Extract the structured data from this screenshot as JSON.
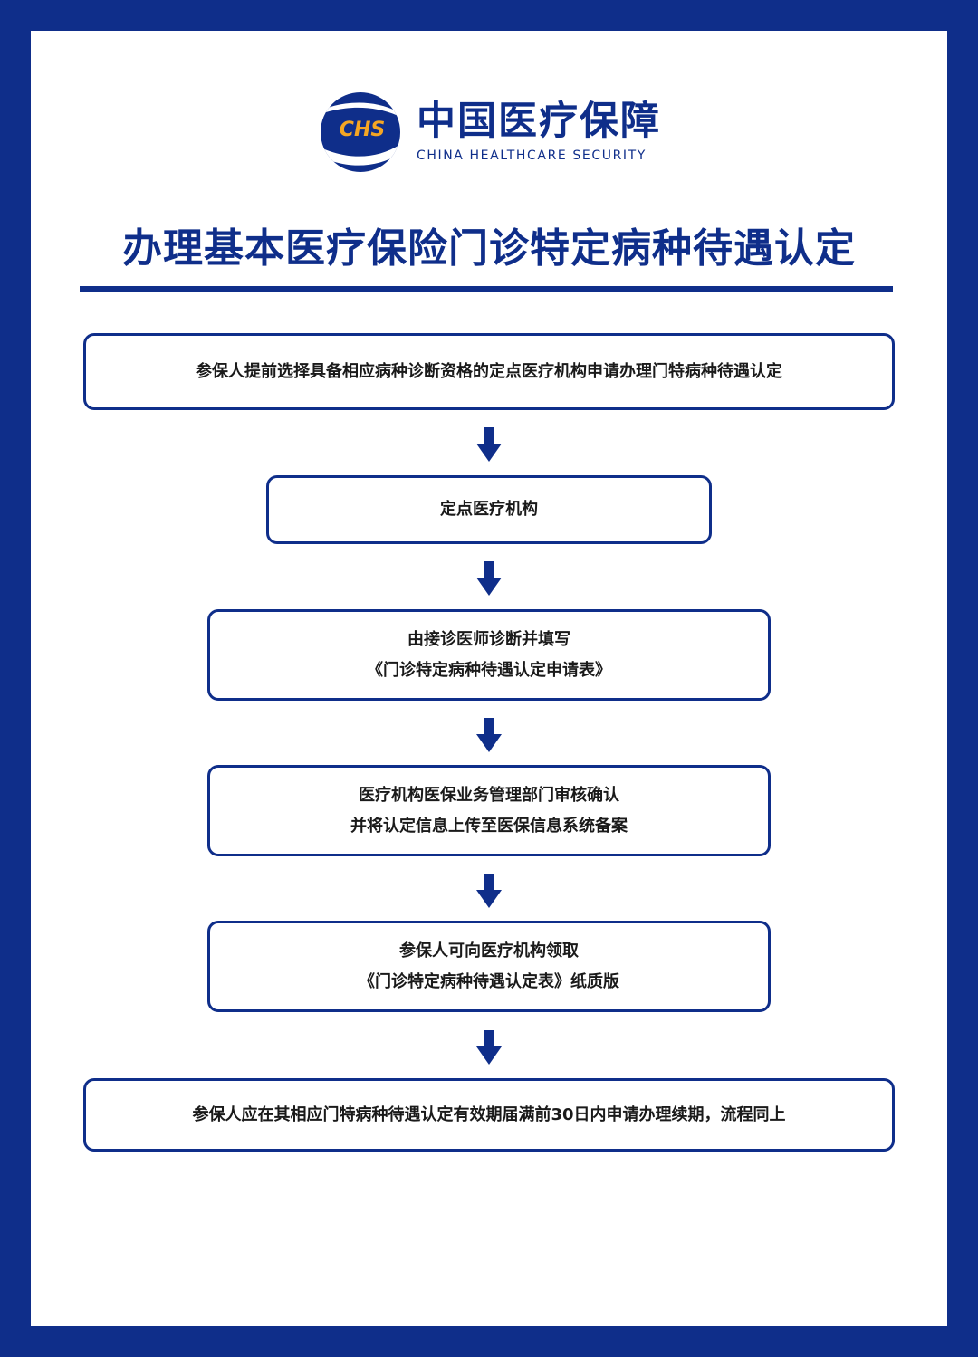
{
  "brand": {
    "mark_text": "CHS",
    "name_cn": "中国医疗保障",
    "name_en": "CHINA HEALTHCARE SECURITY",
    "primary_color": "#0f2e8a",
    "accent_color": "#f5a623"
  },
  "title": "办理基本医疗保险门诊特定病种待遇认定",
  "steps": [
    {
      "lines": [
        "参保人提前选择具备相应病种诊断资格的定点医疗机构申请办理门特病种待遇认定"
      ]
    },
    {
      "lines": [
        "定点医疗机构"
      ]
    },
    {
      "lines": [
        "由接诊医师诊断并填写",
        "《门诊特定病种待遇认定申请表》"
      ]
    },
    {
      "lines": [
        "医疗机构医保业务管理部门审核确认",
        "并将认定信息上传至医保信息系统备案"
      ]
    },
    {
      "lines": [
        "参保人可向医疗机构领取",
        "《门诊特定病种待遇认定表》纸质版"
      ]
    },
    {
      "lines": [
        "参保人应在其相应门特病种待遇认定有效期届满前30日内申请办理续期，流程同上"
      ]
    }
  ]
}
